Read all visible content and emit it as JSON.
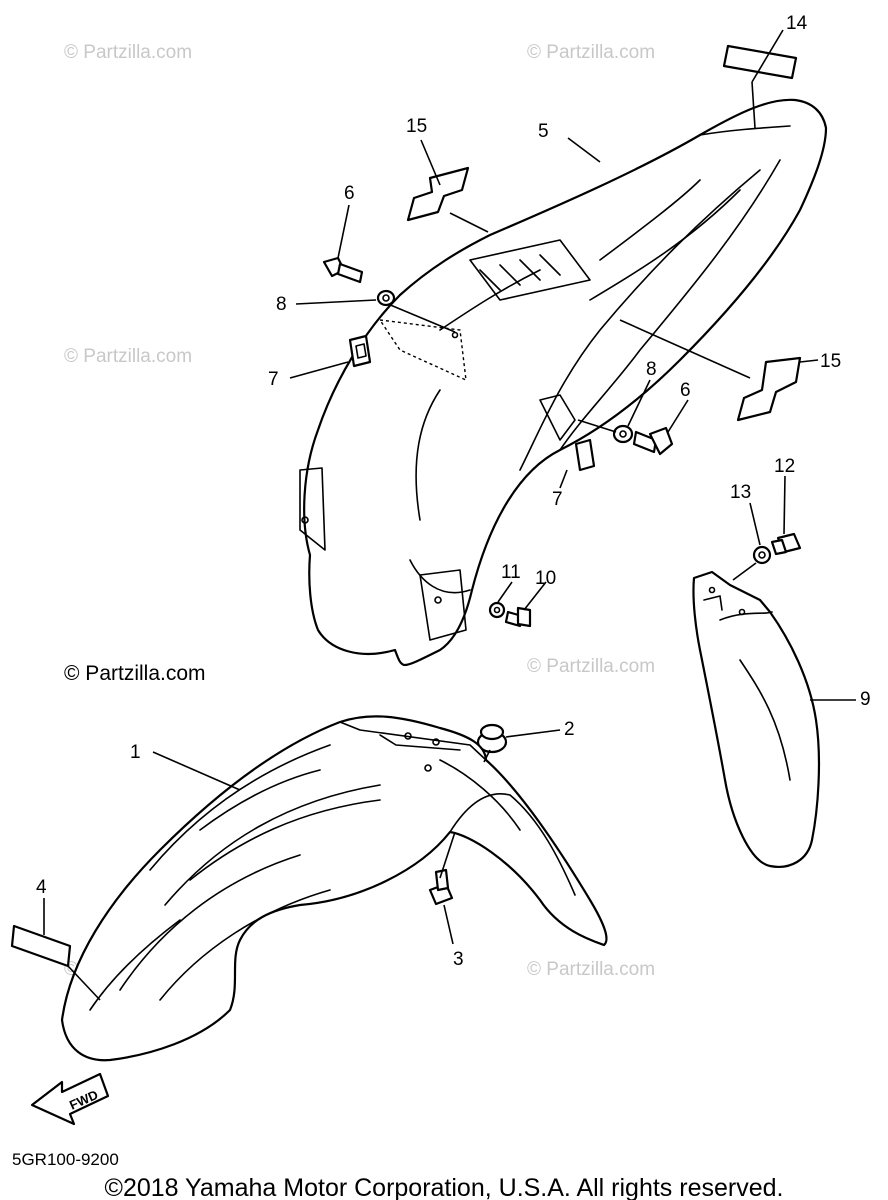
{
  "watermarks": {
    "faint": "© Partzilla.com",
    "prominent": "© Partzilla.com"
  },
  "callouts": {
    "c1": "1",
    "c2": "2",
    "c3": "3",
    "c4": "4",
    "c5": "5",
    "c6a": "6",
    "c6b": "6",
    "c7a": "7",
    "c7b": "7",
    "c8a": "8",
    "c8b": "8",
    "c9": "9",
    "c10": "10",
    "c11": "11",
    "c12": "12",
    "c13": "13",
    "c14": "14",
    "c15a": "15",
    "c15b": "15"
  },
  "fwd_label": "FWD",
  "diagram_code": "5GR100-9200",
  "copyright": "©2018 Yamaha Motor Corporation, U.S.A. All rights reserved."
}
